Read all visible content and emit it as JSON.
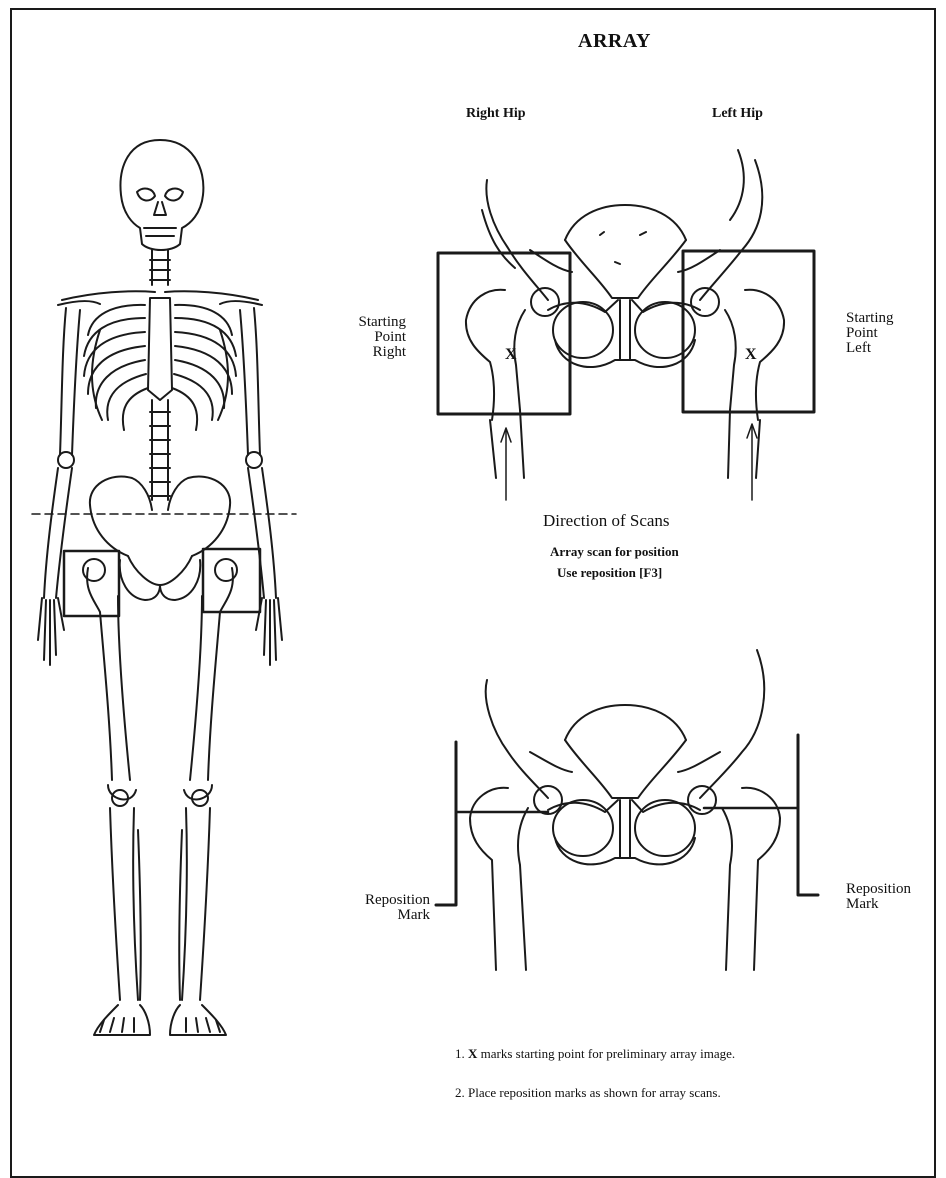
{
  "title": "ARRAY",
  "hip_labels": {
    "right": "Right Hip",
    "left": "Left Hip"
  },
  "starting_point_right": [
    "Starting",
    "Point",
    "Right"
  ],
  "starting_point_left": [
    "Starting",
    "Point",
    "Left"
  ],
  "scan_marker": "X",
  "direction": {
    "title": "Direction of Scans",
    "line1": "Array scan for position",
    "line2": "Use reposition [F3]"
  },
  "reposition_right": [
    "Reposition",
    "Mark"
  ],
  "reposition_left": [
    "Reposition",
    "Mark"
  ],
  "notes": [
    {
      "num": "1.",
      "marker": "X",
      "text": "marks starting point for preliminary array image."
    },
    {
      "num": "2.",
      "marker": "",
      "text": "Place reposition marks as shown for array scans."
    }
  ]
}
